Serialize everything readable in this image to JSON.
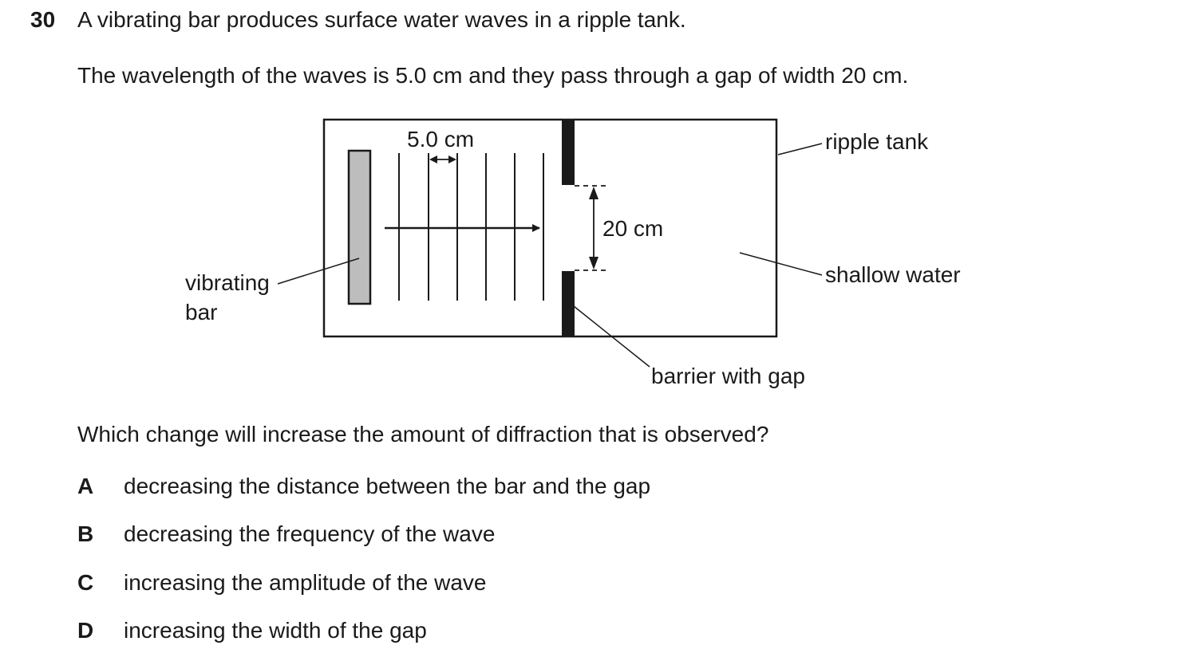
{
  "question": {
    "number": "30",
    "intro": "A vibrating bar produces surface water waves in a ripple tank.",
    "detail": "The wavelength of the waves is 5.0 cm and they pass through a gap of width 20 cm.",
    "prompt": "Which change will increase the amount of diffraction that is observed?"
  },
  "diagram": {
    "wavelength_label": "5.0 cm",
    "gap_label": "20 cm",
    "label_ripple_tank": "ripple tank",
    "label_shallow_water": "shallow water",
    "label_vibrating": "vibrating",
    "label_bar": "bar",
    "label_barrier": "barrier with gap",
    "bar_color": "#bdbdbd"
  },
  "options": [
    {
      "letter": "A",
      "text": "decreasing the distance between the bar and the gap"
    },
    {
      "letter": "B",
      "text": "decreasing the frequency of the wave"
    },
    {
      "letter": "C",
      "text": "increasing the amplitude of the wave"
    },
    {
      "letter": "D",
      "text": "increasing the width of the gap"
    }
  ]
}
